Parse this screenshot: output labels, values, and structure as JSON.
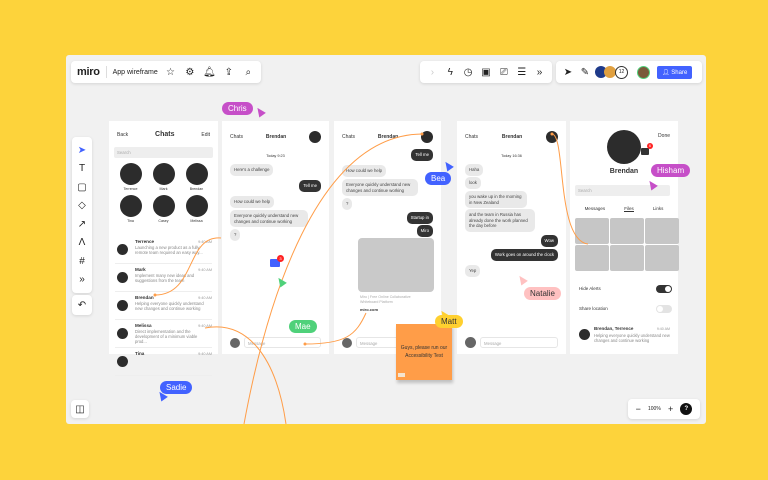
{
  "topbar": {
    "logo": "miro",
    "board_name": "App wireframe",
    "collaborator_count": "12",
    "share_label": "Share"
  },
  "zoom": {
    "level": "100%",
    "minus": "−",
    "plus": "+",
    "help": "?"
  },
  "frame1": {
    "back": "Back",
    "title": "Chats",
    "edit": "Edit",
    "search_placeholder": "Search",
    "contacts": [
      "Terrence",
      "Mark",
      "Brendan",
      "Tina",
      "Casey",
      "Melissa"
    ],
    "chats": [
      {
        "name": "Terrence",
        "time": "9:40 AM",
        "preview": "Launching a new product as a fully remote team required an easy way..."
      },
      {
        "name": "Mark",
        "time": "9:40 AM",
        "preview": "Implement many new ideas and suggestions from the team"
      },
      {
        "name": "Brendan",
        "time": "9:40 AM",
        "preview": "Helping everyone quickly understand new changes and continue working"
      },
      {
        "name": "Melissa",
        "time": "9:40 AM",
        "preview": "Direct implementation and the development of a minimum viable prod..."
      },
      {
        "name": "Tina",
        "time": "9:40 AM",
        "preview": ""
      }
    ]
  },
  "frame2": {
    "back": "Chats",
    "title": "Brendan",
    "date": "Today 9:23",
    "messages": [
      "Here's a challenge",
      "Tell me",
      "How could we help",
      "Everyone quickly understand new changes and continue working",
      "?"
    ],
    "message_placeholder": "Message",
    "comment_badge": "3"
  },
  "frame3": {
    "back": "Chats",
    "title": "Brendan",
    "messages": [
      "Tell me",
      "How could we help",
      "Everyone quickly understand new changes and continue working",
      "?",
      "Startup in",
      "Miro"
    ],
    "link_title": "Miro | Free Online Collaborative Whiteboard Platform",
    "link_url": "miro.com",
    "message_placeholder": "Message"
  },
  "frame4": {
    "back": "Chats",
    "title": "Brendan",
    "date": "Today 16:36",
    "messages": [
      "Haha",
      "look",
      "you wake up in the morning in New Zealand",
      "and the team in Russia has already done the work planned the day before",
      "Wow",
      "Work goes on around the clock",
      "Yep"
    ],
    "message_placeholder": "Message"
  },
  "frame5": {
    "done": "Done",
    "name": "Brendan",
    "search_placeholder": "Search",
    "tabs": [
      "Messages",
      "Files",
      "Links"
    ],
    "active_tab": "Files",
    "hide_alerts": "Hide Alerts",
    "hide_alerts_on": true,
    "share_location": "Share location",
    "share_location_on": false,
    "chat_name": "Brendan, Terrence",
    "chat_time": "9:40 AM",
    "chat_preview": "Helping everyone quickly understand new changes and continue working",
    "comment_badge": "6"
  },
  "sticky": {
    "text": "Guys, please run our Accessibility Test",
    "color": "#ff9d48"
  },
  "cursors": [
    {
      "name": "Chris",
      "color": "#c64fc8"
    },
    {
      "name": "Mae",
      "color": "#4fd17a"
    },
    {
      "name": "Bea",
      "color": "#4262ff"
    },
    {
      "name": "Matt",
      "color": "#ffd02f"
    },
    {
      "name": "Hisham",
      "color": "#c64fc8"
    },
    {
      "name": "Natalie",
      "color": "#ffc1c1"
    },
    {
      "name": "Sadie",
      "color": "#4262ff"
    }
  ],
  "colors": {
    "background": "#fdd33b",
    "board": "#f1f1f1",
    "accent": "#4262ff",
    "connector": "#ff9d48"
  }
}
